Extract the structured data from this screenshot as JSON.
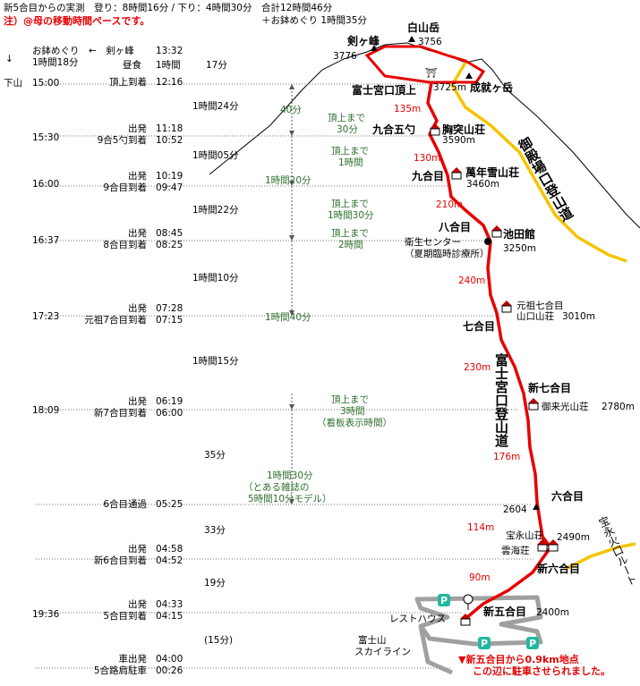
{
  "header": {
    "line1": "新5合目からの実測　登り：8時間16分 / 下り：4時間30分　合計12時間46分",
    "line2": "＋お鉢めぐり 1時間35分",
    "note": "注）@母の移動時間ペースです。"
  },
  "left_col": {
    "arrow": "↓",
    "descent_label": "下山",
    "times": [
      {
        "key": "t1500",
        "text": "15:00"
      },
      {
        "key": "t1530",
        "text": "15:30"
      },
      {
        "key": "t1600",
        "text": "16:00"
      },
      {
        "key": "t1637",
        "text": "16:37"
      },
      {
        "key": "t1723",
        "text": "17:23"
      },
      {
        "key": "t1809",
        "text": "18:09"
      },
      {
        "key": "t1936",
        "text": "19:36"
      }
    ]
  },
  "ohachi": {
    "label": "お鉢めぐり　←　剣ヶ峰",
    "time": "13:32",
    "duration": "1時間18分"
  },
  "lunch": {
    "label": "昼食",
    "duration": "1時間",
    "duration2": "17分"
  },
  "schedule": {
    "rows": [
      {
        "key": "top",
        "label": "頂上到着",
        "time": "12:16"
      },
      {
        "key": "s95_dep",
        "label": "出発",
        "time": "11:18"
      },
      {
        "key": "s95_arr",
        "label": "9合5勺到着",
        "time": "10:52"
      },
      {
        "key": "s9_dep",
        "label": "出発",
        "time": "10:19"
      },
      {
        "key": "s9_arr",
        "label": "9合目到着",
        "time": "09:47"
      },
      {
        "key": "s8_dep",
        "label": "出発",
        "time": "08:45"
      },
      {
        "key": "s8_arr",
        "label": "8合目到着",
        "time": "08:25"
      },
      {
        "key": "g7_dep",
        "label": "出発",
        "time": "07:28"
      },
      {
        "key": "g7_arr",
        "label": "元祖7合目到着",
        "time": "07:15"
      },
      {
        "key": "n7_dep",
        "label": "出発",
        "time": "06:19"
      },
      {
        "key": "n7_arr",
        "label": "新7合目到着",
        "time": "06:00"
      },
      {
        "key": "s6_pass",
        "label": "6合目通過",
        "time": "05:25"
      },
      {
        "key": "n6_dep",
        "label": "出発",
        "time": "04:58"
      },
      {
        "key": "n6_arr",
        "label": "新6合目到着",
        "time": "04:52"
      },
      {
        "key": "n5_dep",
        "label": "出発",
        "time": "04:33"
      },
      {
        "key": "n5_arr",
        "label": "5合目到着",
        "time": "04:15"
      },
      {
        "key": "car_dep",
        "label": "車出発",
        "time": "04:00"
      },
      {
        "key": "car_arr",
        "label": "5合路肩駐車",
        "time": "00:26"
      }
    ],
    "ascent_durations": [
      {
        "key": "a1",
        "text": "1時間24分"
      },
      {
        "key": "a2",
        "text": "1時間05分"
      },
      {
        "key": "a3",
        "text": "1時間22分"
      },
      {
        "key": "a4",
        "text": "1時間10分"
      },
      {
        "key": "a5",
        "text": "1時間15分"
      },
      {
        "key": "a6",
        "text": "35分"
      },
      {
        "key": "a7",
        "text": "33分"
      },
      {
        "key": "a8",
        "text": "19分"
      },
      {
        "key": "a9",
        "text": "(15分)"
      }
    ],
    "descent_durations": [
      {
        "key": "d1",
        "text": "40分"
      },
      {
        "key": "d2",
        "text": "1時間20分"
      },
      {
        "key": "d3",
        "text": "1時間40分"
      }
    ],
    "summit_remaining": [
      {
        "key": "r1",
        "lines": [
          "頂上まで",
          "30分"
        ]
      },
      {
        "key": "r2",
        "lines": [
          "頂上まで",
          "1時間"
        ]
      },
      {
        "key": "r3",
        "lines": [
          "頂上まで",
          "1時間30分"
        ]
      },
      {
        "key": "r4",
        "lines": [
          "頂上まで",
          "2時間"
        ]
      },
      {
        "key": "r5",
        "lines": [
          "頂上まで",
          "3時間",
          "（看板表示時間）"
        ]
      }
    ],
    "magazine_note": [
      "1時間30分",
      "（とある雑誌の",
      "5時間10分モデル）"
    ]
  },
  "map": {
    "peaks": [
      {
        "key": "kengamine",
        "name": "剣ヶ峰",
        "elev": "3776"
      },
      {
        "key": "hakusan",
        "name": "白山岳",
        "elev": "3756"
      },
      {
        "key": "seishaku",
        "name": "成就ヶ岳",
        "elev": ""
      }
    ],
    "stations": [
      {
        "key": "fujinomiya_top",
        "name": "富士宮口頂上",
        "elev": "3725m"
      },
      {
        "key": "kyu5",
        "name": "九合五勺",
        "hut": "胸突山荘",
        "elev": "3590m"
      },
      {
        "key": "kyu",
        "name": "九合目",
        "hut": "萬年雪山荘",
        "elev": "3460m"
      },
      {
        "key": "hachi",
        "name": "八合目",
        "hut": "池田館",
        "elev": "3250m"
      },
      {
        "key": "ganso7",
        "name": "",
        "hut": "元祖七合目",
        "hut2": "山口山荘",
        "elev": "3010m"
      },
      {
        "key": "nana",
        "name": "七合目",
        "hut": "",
        "elev": ""
      },
      {
        "key": "shin7",
        "name": "新七合目",
        "hut": "御来光山荘",
        "elev": "2780m"
      },
      {
        "key": "roku",
        "name": "六合目",
        "hut": "",
        "elev": "2604"
      },
      {
        "key": "shin6",
        "name": "新六合目",
        "hut": "宝永山荘",
        "hut2": "雲海荘",
        "elev": "2490m"
      },
      {
        "key": "shin5",
        "name": "新五合目",
        "hut": "",
        "elev": "2400m"
      }
    ],
    "medical": [
      "衛生センター",
      "（夏期臨時診療所）"
    ],
    "segments": [
      {
        "key": "seg1",
        "text": "135m"
      },
      {
        "key": "seg2",
        "text": "130m"
      },
      {
        "key": "seg3",
        "text": "210m"
      },
      {
        "key": "seg4",
        "text": "240m"
      },
      {
        "key": "seg5",
        "text": "230m"
      },
      {
        "key": "seg6",
        "text": "176m"
      },
      {
        "key": "seg7",
        "text": "114m"
      },
      {
        "key": "seg8",
        "text": "90m"
      }
    ],
    "routes": {
      "fujinomiya": "富士宮口登山道",
      "gotemba": "御殿場口登山道",
      "hoei": "宝永火口ルート"
    },
    "rest_house": "レストハウス",
    "skyline": [
      "富士山",
      "スカイライン"
    ],
    "parking_note": [
      "▼新五合目から0.9km地点",
      "この辺に駐車させられました。"
    ],
    "parking_symbol": "P",
    "colors": {
      "trail": "#e60000",
      "gotemba_trail": "#f5c400",
      "road": "#a0a0a0",
      "text_green": "#2e6e2e"
    }
  }
}
